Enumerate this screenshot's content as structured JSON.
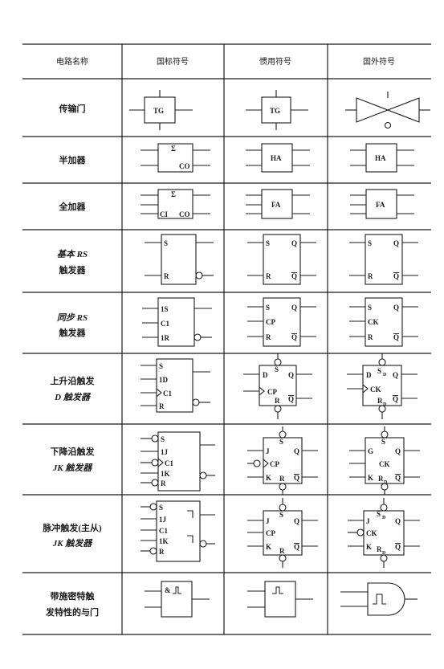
{
  "header": {
    "col_name": "电路名称",
    "col_gb": "国标符号",
    "col_common": "惯用符号",
    "col_foreign": "国外符号"
  },
  "rows": [
    {
      "line1": "传输门",
      "line2": ""
    },
    {
      "line1": "半加器",
      "line2": ""
    },
    {
      "line1": "全加器",
      "line2": ""
    },
    {
      "line1": "基本 RS",
      "line2": "触发器"
    },
    {
      "line1": "同步 RS",
      "line2": "触发器"
    },
    {
      "line1": "上升沿触发",
      "line2": "D 触发器"
    },
    {
      "line1": "下降沿触发",
      "line2": "JK 触发器"
    },
    {
      "line1": "脉冲触发(主从)",
      "line2": "JK 触发器"
    },
    {
      "line1": "带施密特触",
      "line2": "发特性的与门"
    }
  ],
  "symbols": {
    "tg": "TG",
    "sigma": "Σ",
    "co": "CO",
    "ci": "CI",
    "ha": "HA",
    "fa": "FA",
    "s": "S",
    "r": "R",
    "q": "Q",
    "qbar": "Q",
    "s1": "1S",
    "c1": "C1",
    "r1": "1R",
    "cp": "CP",
    "ck": "CK",
    "d1": "1D",
    "d": "D",
    "j1": "1J",
    "k1": "1K",
    "j": "J",
    "k": "K",
    "g": "G",
    "sd": "S",
    "rd": "R",
    "sub_d": "D",
    "and_schmitt": "&"
  }
}
